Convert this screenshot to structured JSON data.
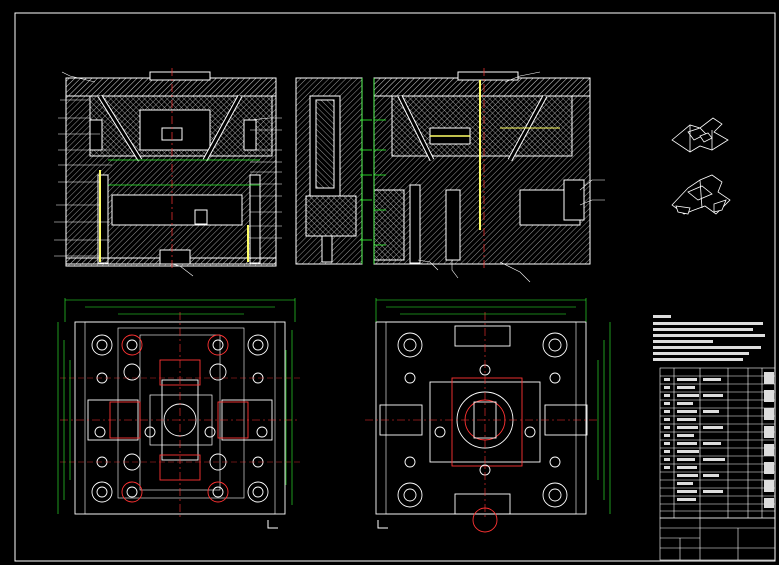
{
  "drawing": {
    "background": "#000000",
    "colors": {
      "outline": "#ffffff",
      "centerline": "#ff3333",
      "dimension": "#33ff33",
      "hatch": "#ffffff",
      "hidden": "#ffff66",
      "cyan": "#33ffff"
    }
  },
  "views": {
    "section_left": "section-view-left",
    "section_mid": "section-view-middle",
    "section_right": "section-view-right",
    "plan_left": "plan-view-core-side",
    "plan_right": "plan-view-cavity-side",
    "iso_top": "isometric-part-top",
    "iso_bottom": "isometric-part-bottom"
  },
  "plan_caption_left": "",
  "title_block": {
    "notes_title": "",
    "notes": [
      "",
      "",
      ""
    ],
    "title_label": ""
  }
}
